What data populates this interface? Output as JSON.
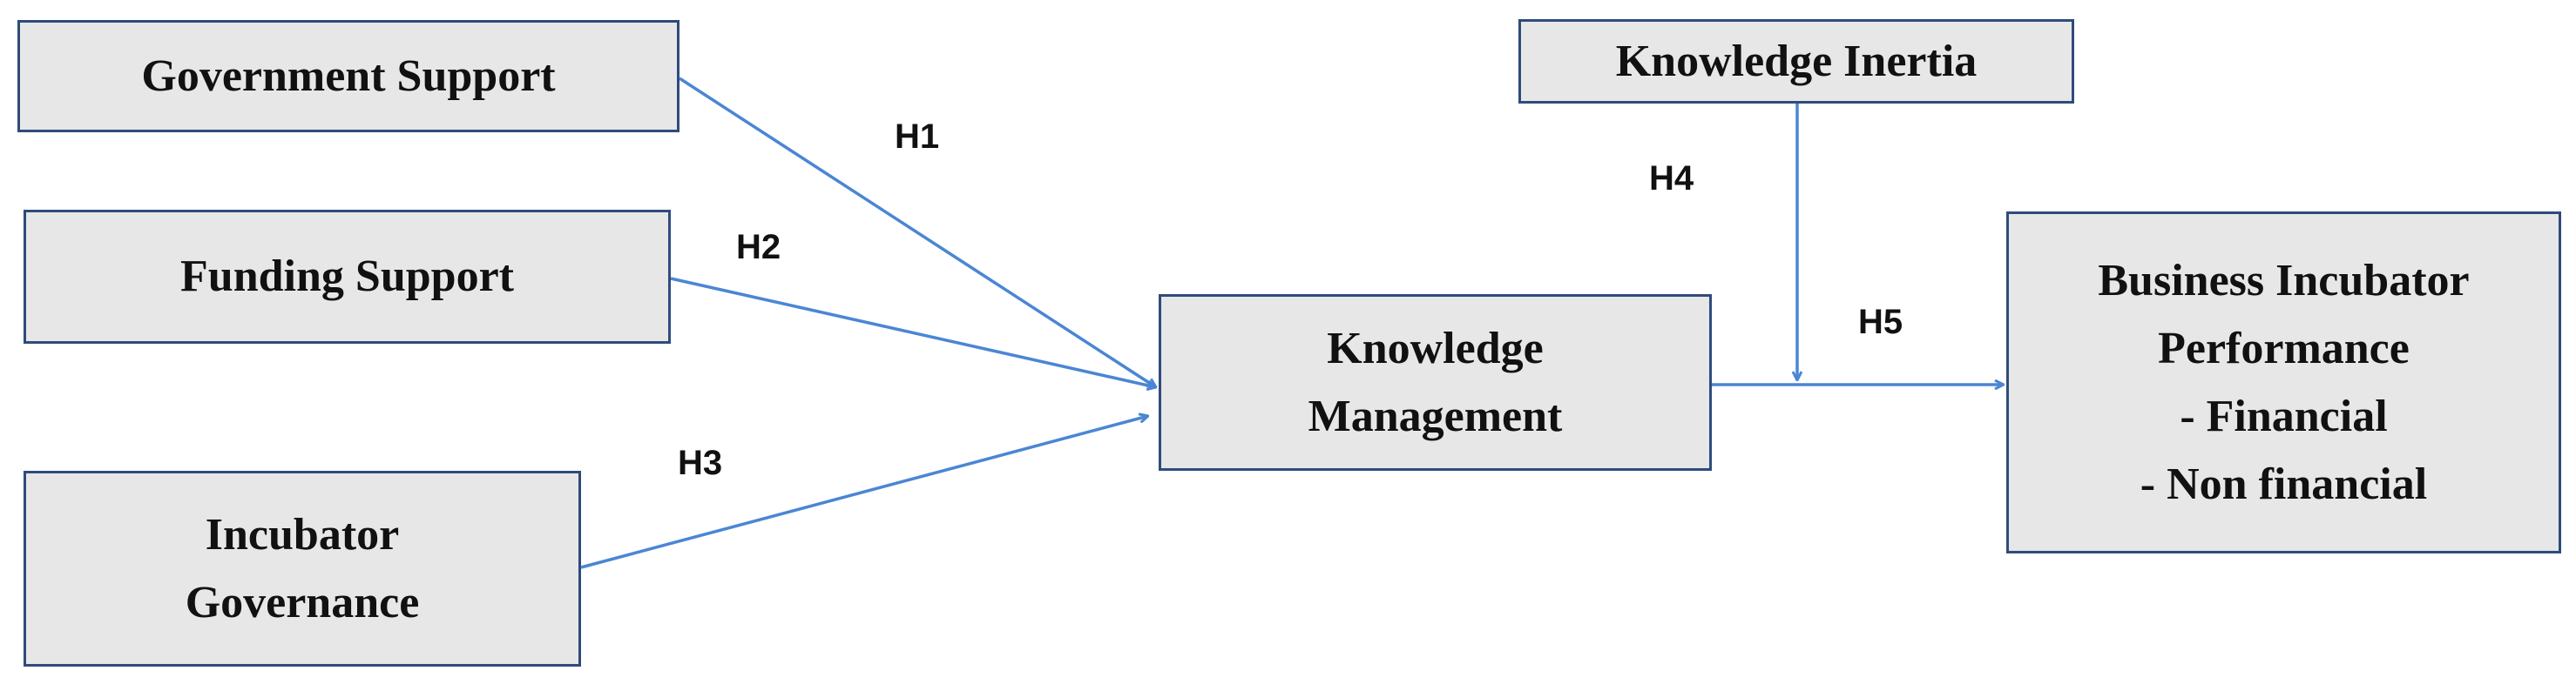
{
  "colors": {
    "box_fill": "#e7e7e7",
    "box_border": "#2f4b7c",
    "arrow": "#4a86d4",
    "text": "#111111"
  },
  "nodes": {
    "government_support": {
      "lines": [
        "Government Support"
      ]
    },
    "funding_support": {
      "lines": [
        "Funding Support"
      ]
    },
    "incubator_governance": {
      "lines": [
        "Incubator",
        "Governance"
      ]
    },
    "knowledge_management": {
      "lines": [
        "Knowledge",
        "Management"
      ]
    },
    "knowledge_inertia": {
      "lines": [
        "Knowledge Inertia"
      ]
    },
    "business_incubator_performance": {
      "lines": [
        "Business Incubator",
        "Performance",
        "- Financial",
        "- Non financial"
      ]
    }
  },
  "hypotheses": {
    "h1": "H1",
    "h2": "H2",
    "h3": "H3",
    "h4": "H4",
    "h5": "H5"
  }
}
